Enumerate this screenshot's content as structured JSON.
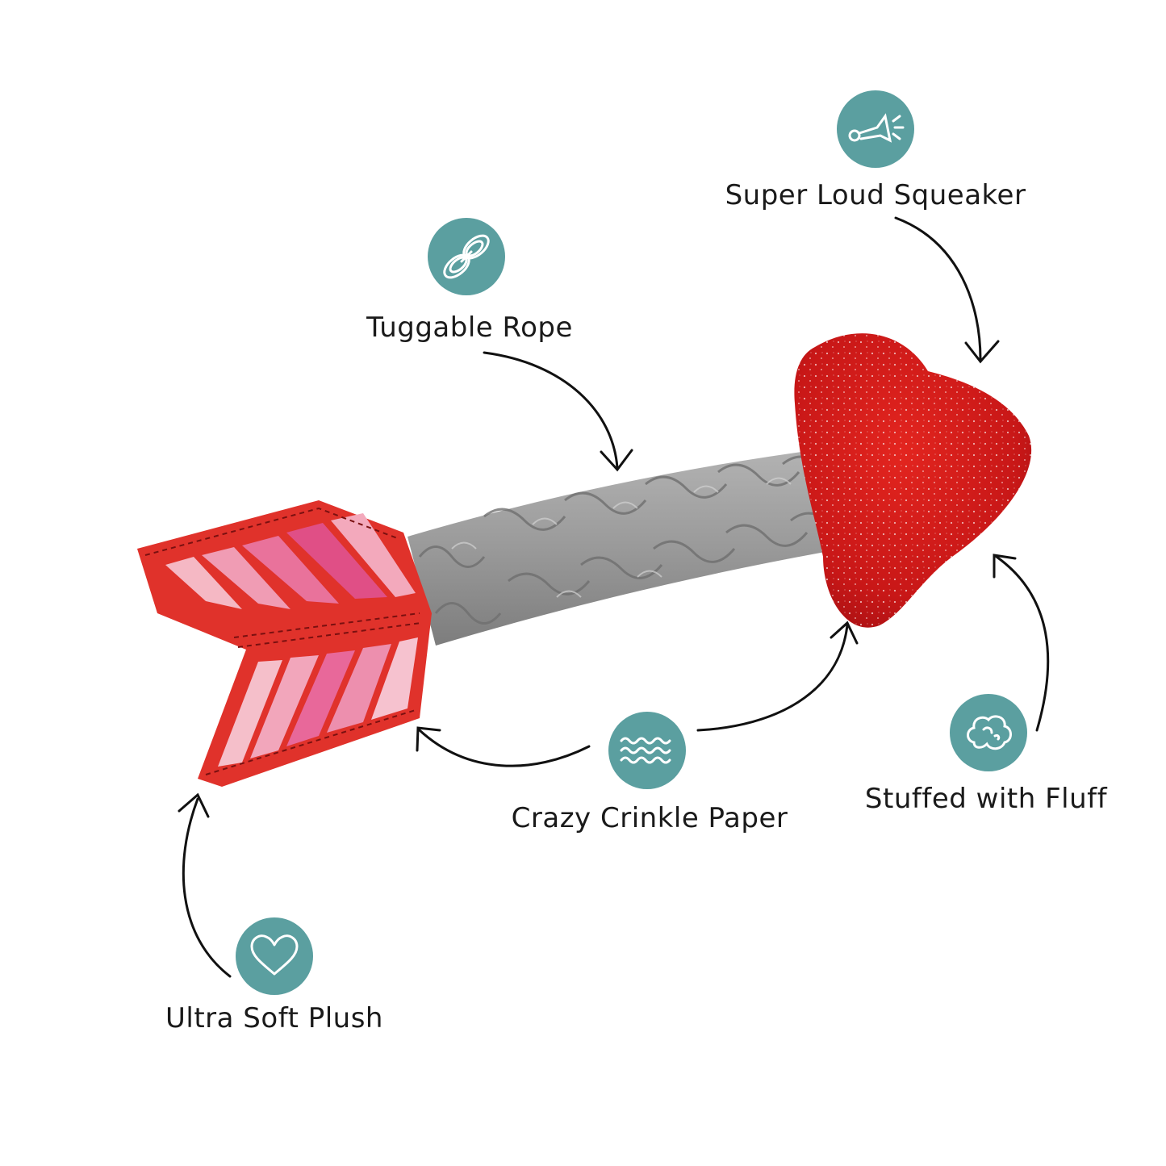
{
  "colors": {
    "badge": "#5b9fa0",
    "icon_stroke": "#ffffff",
    "heart": "#d01818",
    "fletching": "#e0322b",
    "rope": "#9a9a9a",
    "arrow_lines": "#111111"
  },
  "features": [
    {
      "id": "squeaker",
      "label": "Super Loud Squeaker",
      "icon": "horn-icon"
    },
    {
      "id": "rope",
      "label": "Tuggable Rope",
      "icon": "rope-icon"
    },
    {
      "id": "crinkle",
      "label": "Crazy Crinkle Paper",
      "icon": "waves-icon"
    },
    {
      "id": "fluff",
      "label": "Stuffed with Fluff",
      "icon": "cotton-icon"
    },
    {
      "id": "plush",
      "label": "Ultra Soft Plush",
      "icon": "heart-icon"
    }
  ]
}
